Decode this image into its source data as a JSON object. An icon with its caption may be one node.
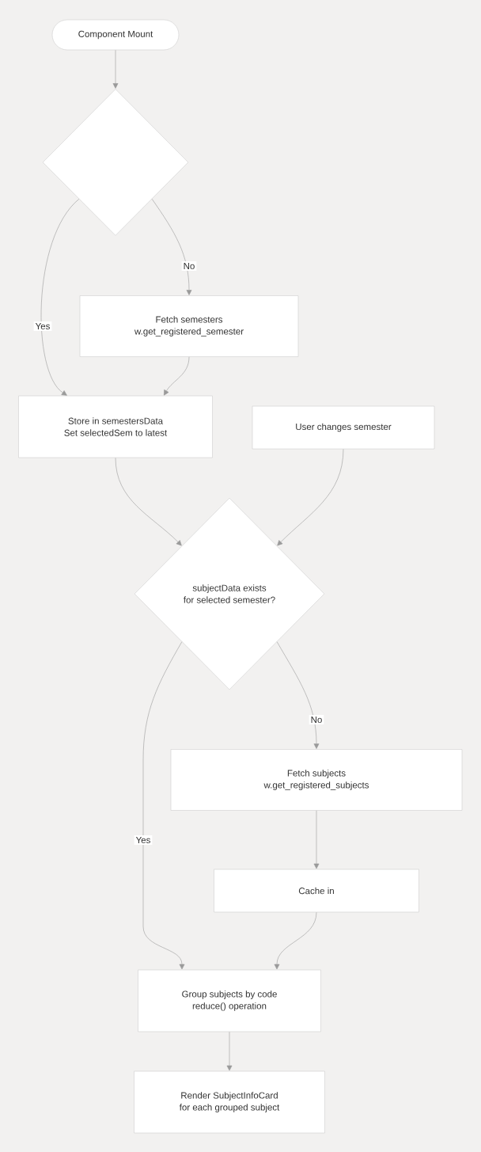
{
  "diagram": {
    "nodes": [
      {
        "text": [
          "Component Mount"
        ]
      },
      {
        "text": [],
        "shape": "diamond"
      },
      {
        "text": [
          "Fetch semesters",
          "w.get_registered_semester"
        ]
      },
      {
        "text": [
          "Store in semestersData",
          "Set selectedSem to latest"
        ]
      },
      {
        "text": [
          "User changes semester"
        ]
      },
      {
        "text": [
          "subjectData exists",
          "for selected semester?"
        ]
      },
      {
        "text": [
          "Fetch subjects",
          "w.get_registered_subjects"
        ]
      },
      {
        "text": [
          "Cache in"
        ]
      },
      {
        "text": [
          "Group subjects by code",
          "reduce() operation"
        ]
      },
      {
        "text": [
          "Render SubjectInfoCard",
          "for each grouped subject"
        ]
      }
    ],
    "edges": [
      {
        "from": 0,
        "to": 1,
        "arrow": "to"
      },
      {
        "from": 1,
        "to": 3,
        "arrow": "to",
        "label": "Yes"
      },
      {
        "from": 1,
        "to": 2,
        "arrow": "to",
        "label": "No"
      },
      {
        "from": 2,
        "to": 3,
        "arrow": "to"
      },
      {
        "from": 3,
        "to": 5,
        "arrow": "to"
      },
      {
        "from": 4,
        "to": 5,
        "arrow": "to"
      },
      {
        "from": 5,
        "to": 8,
        "arrow": "to",
        "label": "Yes"
      },
      {
        "from": 5,
        "to": 6,
        "arrow": "to",
        "label": "No"
      },
      {
        "from": 6,
        "to": 7,
        "arrow": "to"
      },
      {
        "from": 7,
        "to": 8,
        "arrow": "to"
      },
      {
        "from": 8,
        "to": 9,
        "arrow": "to"
      }
    ]
  }
}
